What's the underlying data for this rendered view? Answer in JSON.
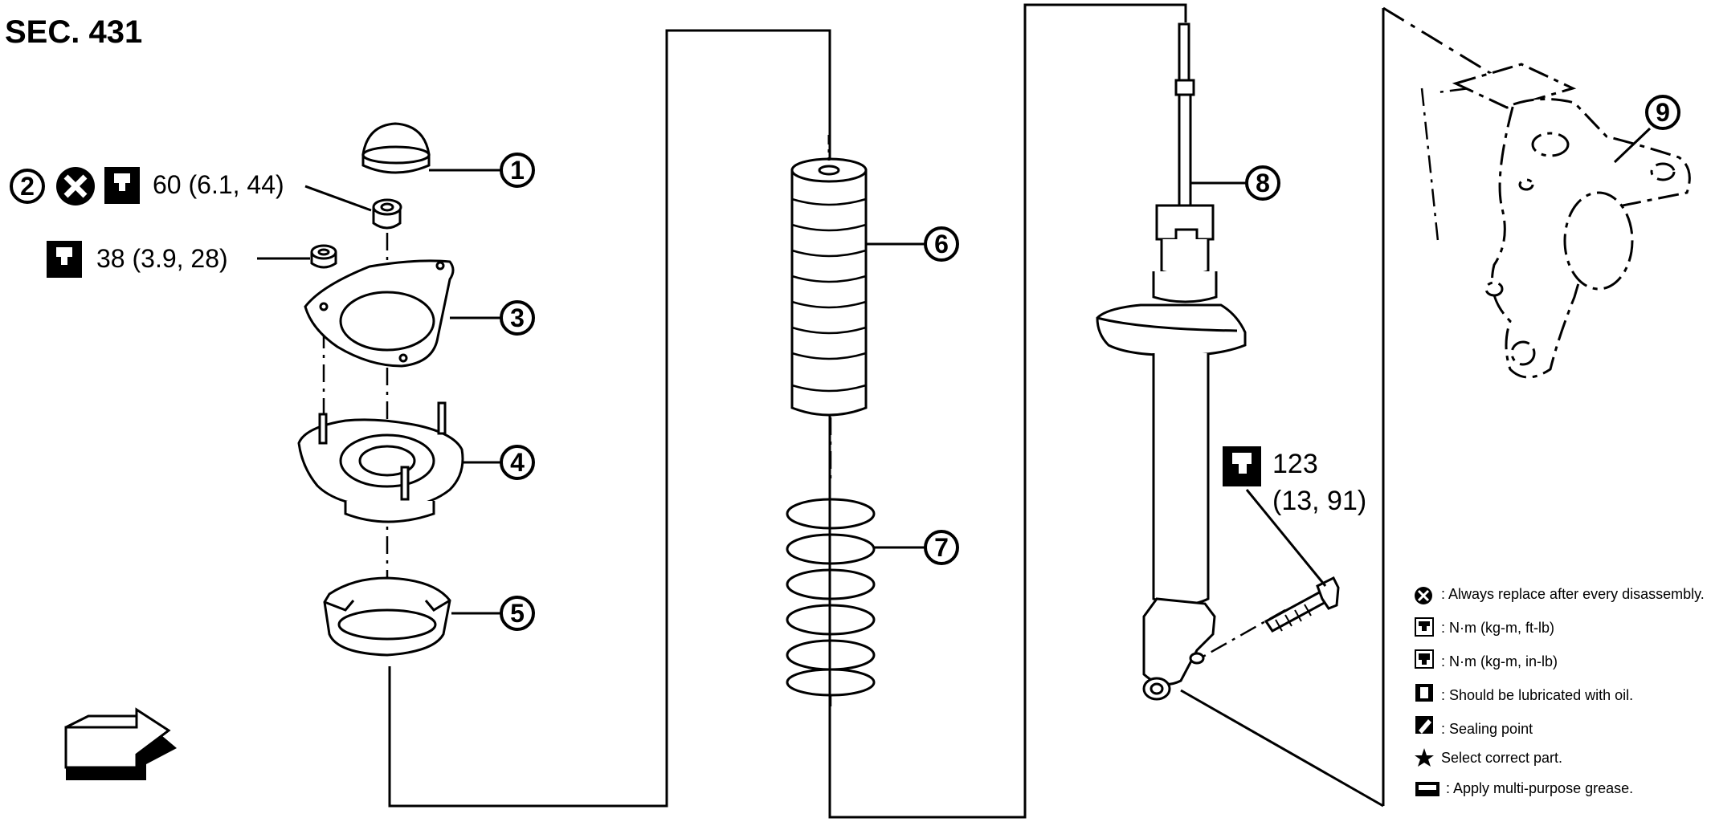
{
  "section": "SEC. 431",
  "callouts": {
    "n1": "1",
    "n2": "2",
    "n3": "3",
    "n4": "4",
    "n5": "5",
    "n6": "6",
    "n7": "7",
    "n8": "8",
    "n9": "9"
  },
  "torques": {
    "nut2": "60 (6.1, 44)",
    "nut3": "38 (3.9, 28)",
    "bolt_line1": "123",
    "bolt_line2": "(13, 91)"
  },
  "legend": [
    {
      "icon": "replace-x-icon",
      "text": ": Always replace after every disassembly."
    },
    {
      "icon": "torque-icon",
      "text": ": N·m (kg-m, ft-lb)"
    },
    {
      "icon": "torque-inlb-icon",
      "text": ": N·m (kg-m, in-lb)"
    },
    {
      "icon": "oil-can-icon",
      "text": ": Should be lubricated with oil."
    },
    {
      "icon": "sealing-icon",
      "text": ": Sealing point"
    },
    {
      "icon": "star-icon",
      "text": "Select correct part."
    },
    {
      "icon": "grease-icon",
      "text": " : Apply multi-purpose grease."
    }
  ],
  "colors": {
    "line": "#000000",
    "paper": "#ffffff"
  }
}
